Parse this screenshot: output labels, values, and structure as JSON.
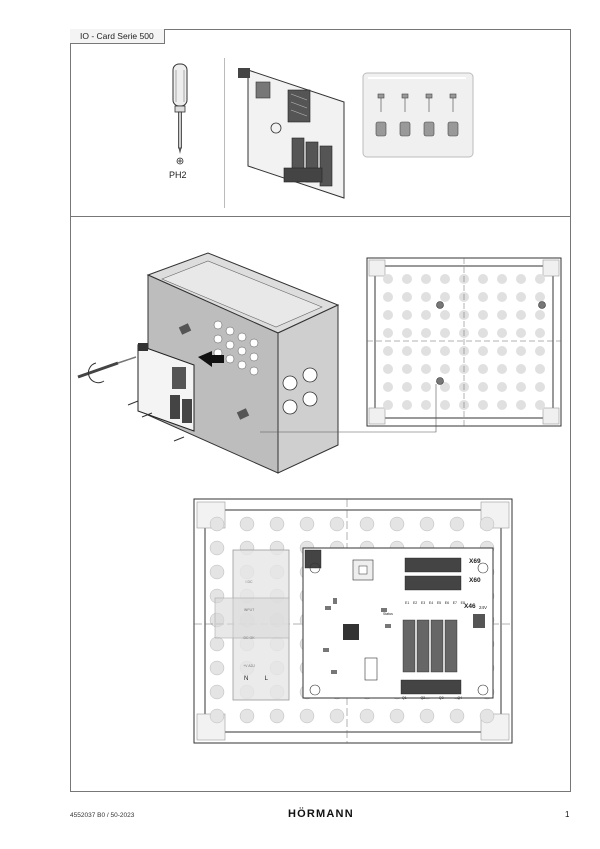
{
  "header": {
    "tab_label": "IO - Card Serie 500"
  },
  "tools": {
    "screwdriver_label": "PH2"
  },
  "board_labels": {
    "x69": "X69",
    "x60": "X60",
    "x46": "X46",
    "voltage": "24V",
    "status": "Status",
    "inputs": [
      "E1",
      "E2",
      "E3",
      "E4",
      "E5",
      "E6",
      "E7",
      "E8"
    ],
    "outputs": [
      "Q1",
      "Q2",
      "Q3",
      "Q4"
    ],
    "psu_lines": [
      "I DC",
      "INPUT",
      "DC OK",
      "+V ADJ",
      "N",
      "L"
    ]
  },
  "footer": {
    "doc_number": "4552037 B0 / 50-2023",
    "brand": "HÖRMANN",
    "page_number": "1"
  }
}
